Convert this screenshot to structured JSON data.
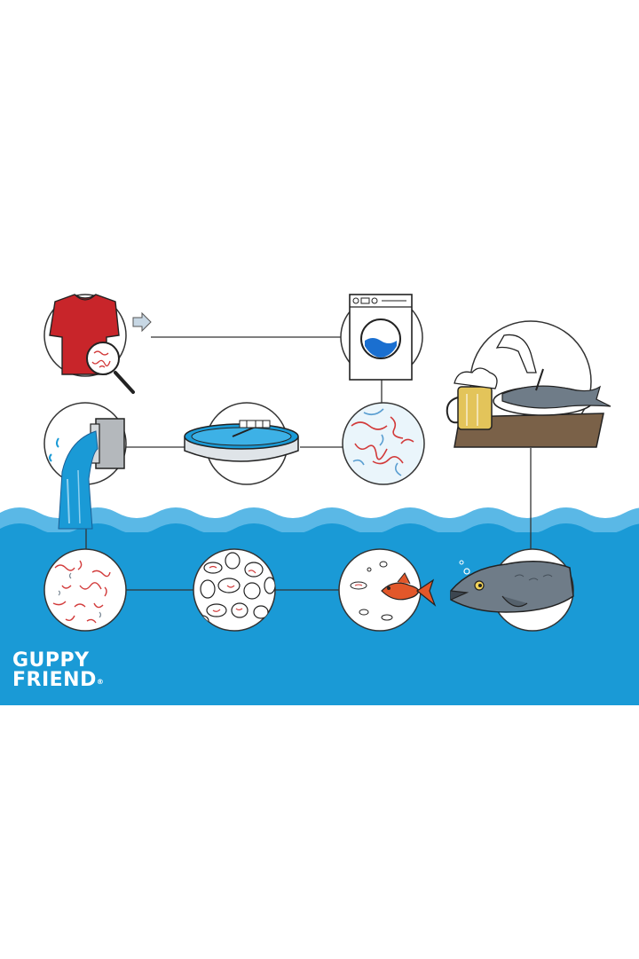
{
  "brand": {
    "line1": "GUPPY",
    "line2": "FRIEND",
    "mark": "®"
  },
  "colors": {
    "water": "#1a9ad6",
    "water_light": "#5ab8e6",
    "shirt": "#c8252a",
    "fiber": "#d23a3a",
    "line": "#333333",
    "table": "#7a6148",
    "fish": "#6f7c88",
    "small_fish": "#e2572a"
  },
  "steps": [
    {
      "id": "tshirt",
      "icon": "tshirt-with-magnifier-icon"
    },
    {
      "id": "washing-machine",
      "icon": "washing-machine-icon"
    },
    {
      "id": "fibers-in-water",
      "icon": "microfiber-closeup-icon"
    },
    {
      "id": "treatment-plant",
      "icon": "wastewater-treatment-tank-icon"
    },
    {
      "id": "outfall-pipe",
      "icon": "drain-pipe-icon"
    },
    {
      "id": "fibers-in-ocean",
      "icon": "ocean-microfiber-icon"
    },
    {
      "id": "plankton",
      "icon": "plankton-with-fibers-icon"
    },
    {
      "id": "small-fish",
      "icon": "small-fish-eating-plankton-icon"
    },
    {
      "id": "big-fish",
      "icon": "big-fish-eating-small-fish-icon"
    },
    {
      "id": "dinner",
      "icon": "fish-dinner-with-beer-icon"
    }
  ]
}
